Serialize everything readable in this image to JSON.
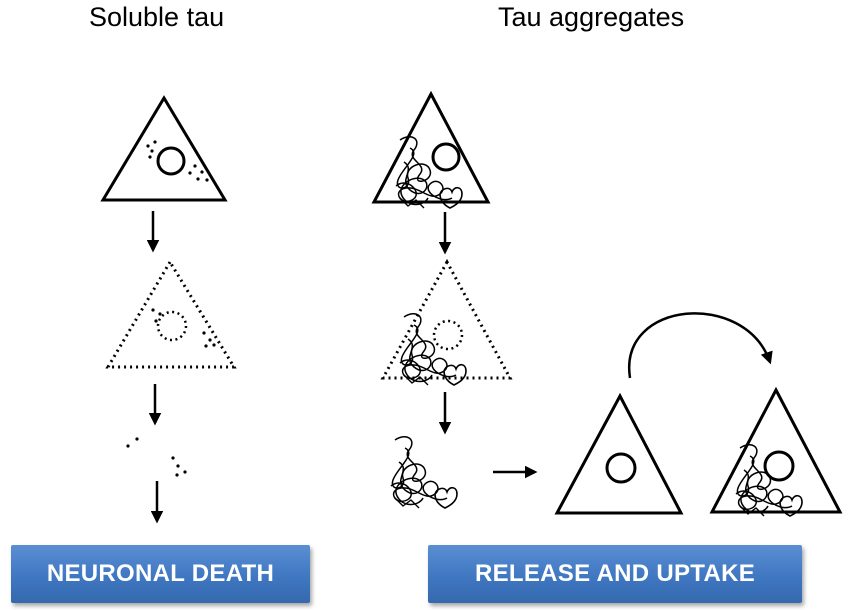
{
  "headings": {
    "soluble": "Soluble tau",
    "aggregates": "Tau aggregates"
  },
  "banners": {
    "left": "NEURONAL DEATH",
    "right": "RELEASE AND UPTAKE"
  },
  "colors": {
    "banner": "#4a80c8",
    "stroke": "#000000"
  }
}
